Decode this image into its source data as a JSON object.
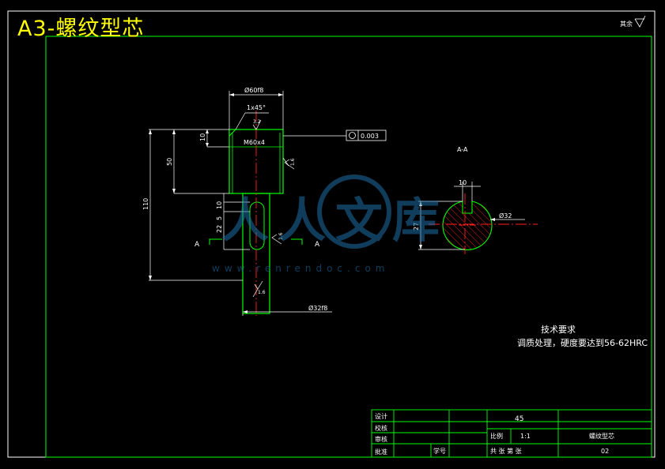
{
  "title": "A3-螺纹型芯",
  "roughness_corner": "其余",
  "dims": {
    "d60": "Ø60f8",
    "chamfer": "1x45°",
    "m60": "M60x4",
    "d10a": "10",
    "d50": "50",
    "d110": "110",
    "d10b": "10",
    "d5": "5",
    "d22": "22",
    "d32": "Ø32f8",
    "rough_top": "3.2",
    "rough_mid": "1.6",
    "rough_bot": "1.6",
    "sec_left": "A",
    "sec_right": "A"
  },
  "tolerance": {
    "value": "0.003"
  },
  "section": {
    "label": "A-A",
    "w": "10",
    "h": "27",
    "dia": "Ø32"
  },
  "notes": {
    "heading": "技术要求",
    "line1": "调质处理，硬度要达到56-62HRC"
  },
  "watermark": {
    "text": "人人文库",
    "url": "www.renrendoc.com"
  },
  "titleblock": {
    "design": "设计",
    "check": "校核",
    "audit": "审核",
    "approve": "批准",
    "seq": "学号",
    "material": "45",
    "scale_label": "比例",
    "scale": "1:1",
    "part_name": "螺纹型芯",
    "sheets": "共  张  第  张",
    "code": "02"
  }
}
